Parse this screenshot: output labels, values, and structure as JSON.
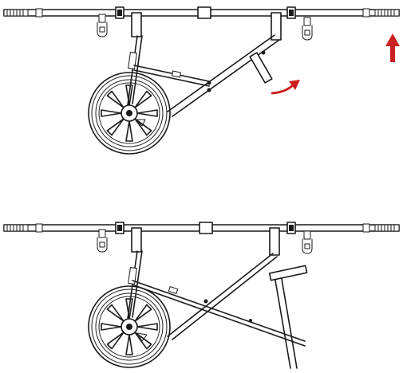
{
  "figure": {
    "panels": [
      {
        "id": "folding-step",
        "indicators": [
          "up-arrow",
          "rotate-arrow"
        ]
      },
      {
        "id": "deployed-stand",
        "indicators": []
      }
    ],
    "colors": {
      "line": "#1a1a1a",
      "accent": "#cc1f1f",
      "background": "#ffffff"
    },
    "icons": [
      "up-arrow-icon",
      "rotate-arrow-icon"
    ]
  }
}
